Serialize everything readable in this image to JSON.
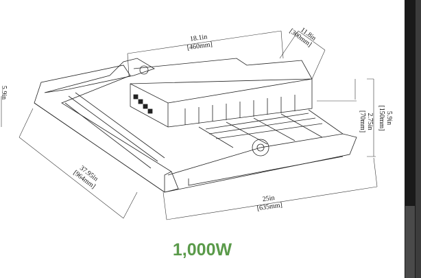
{
  "dimensions": {
    "length_top": {
      "in": "18.1in",
      "mm": "[460mm]"
    },
    "width_top": {
      "in": "11.8in",
      "mm": "[300mm]"
    },
    "height_total": {
      "in": "5.9in",
      "mm": "[150mm]"
    },
    "height_driver": {
      "in": "2.75in",
      "mm": "[70mm]"
    },
    "depth": {
      "in": "37.95in",
      "mm": "[964mm]"
    },
    "width_bottom": {
      "in": "25in",
      "mm": "[635mm]"
    },
    "left_cut_height": {
      "in": "5.9in"
    }
  },
  "caption": "1,000W",
  "colors": {
    "caption": "#5a9a4a",
    "scrollbar_track": "#1a1a1a",
    "scrollbar_thumb": "#4a4a4a"
  }
}
